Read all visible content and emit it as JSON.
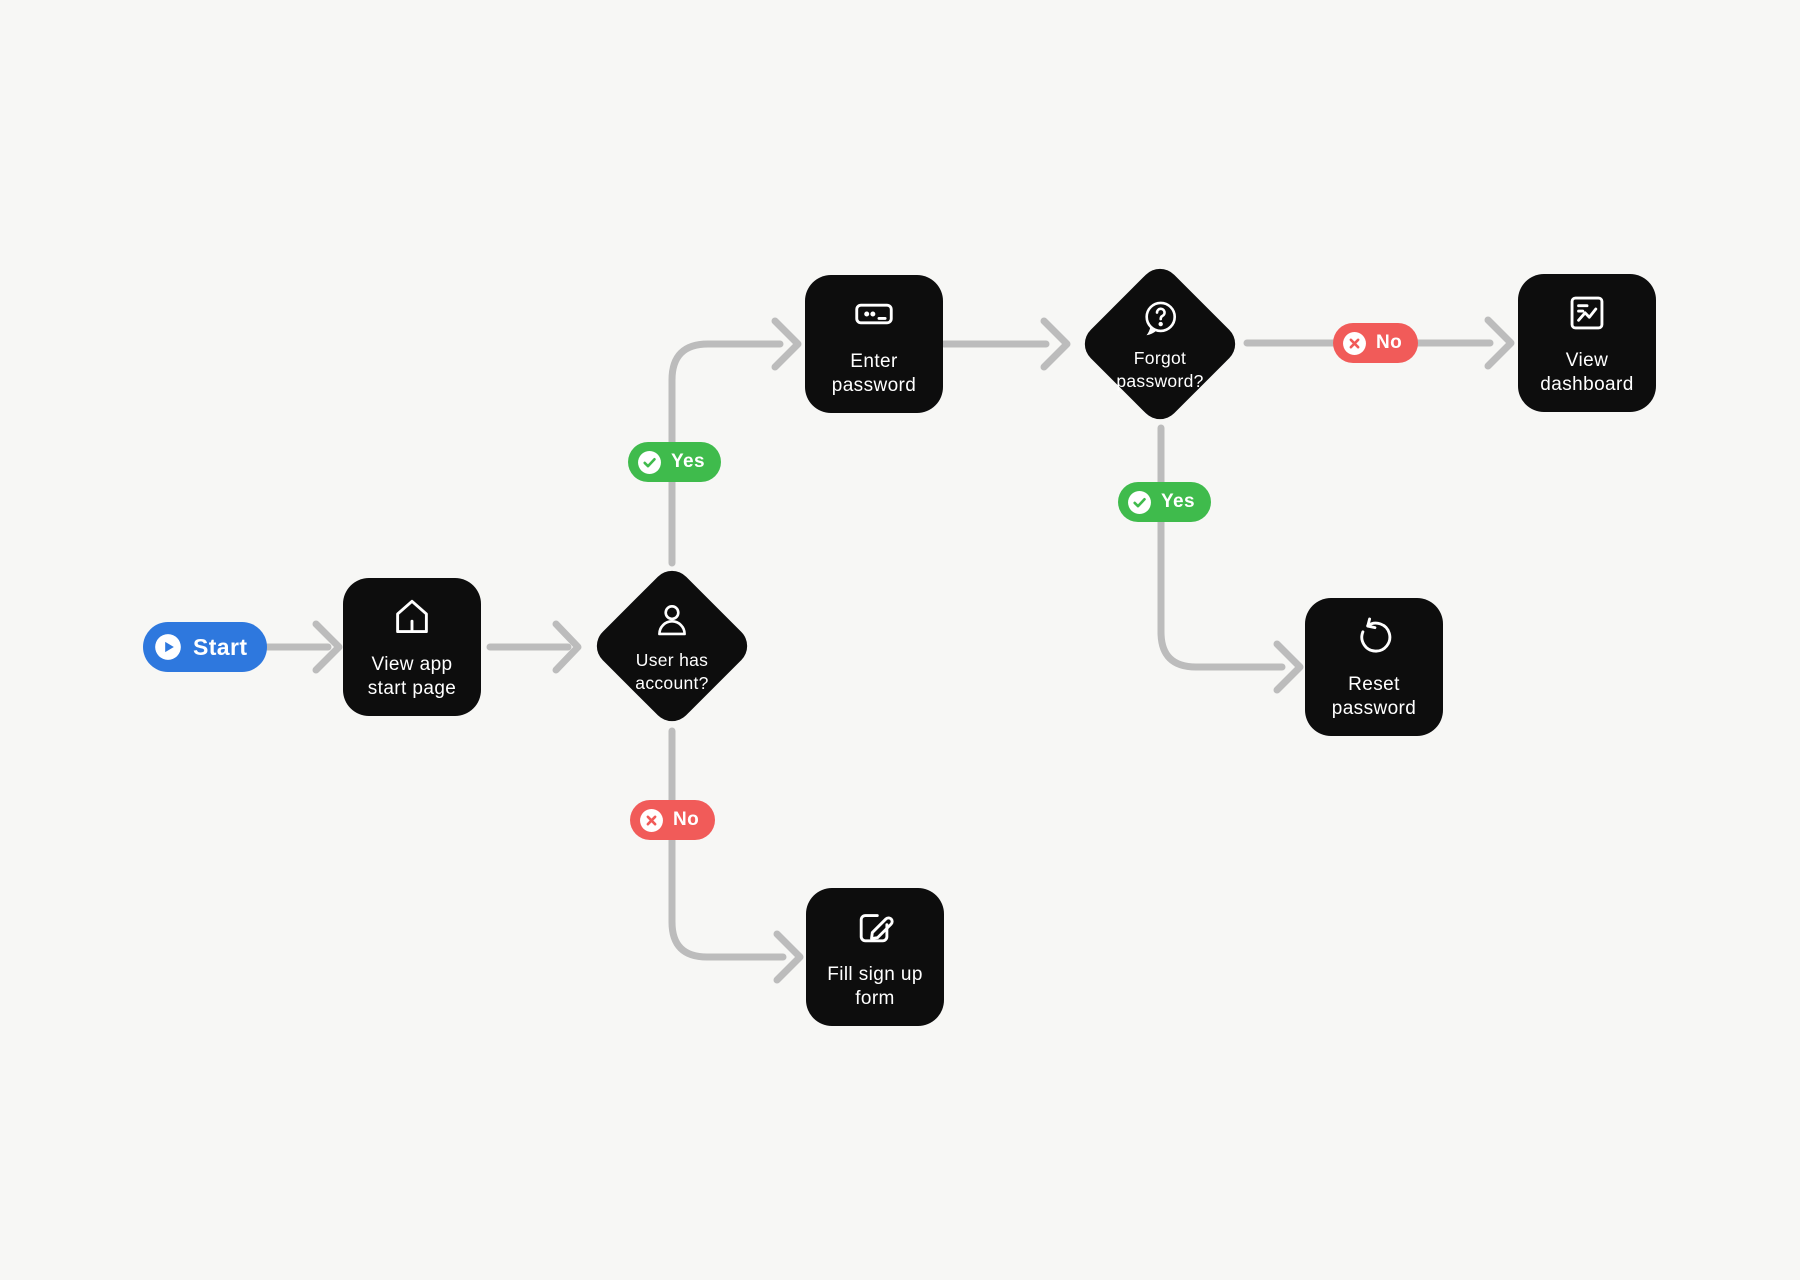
{
  "flowchart": {
    "theme": {
      "background": "#F7F7F5",
      "connector_color": "#BCBCBC",
      "node_color": "#0D0D0D",
      "text_color": "#FFFFFF",
      "start_blue": "#2E78DE",
      "yes_green": "#3FBB4C",
      "no_red": "#F15B59"
    },
    "start": {
      "label": "Start",
      "icon": "play-icon"
    },
    "nodes": {
      "view_app": {
        "line1": "View app",
        "line2": "start page",
        "icon": "home-icon"
      },
      "user_has_account": {
        "line1": "User has",
        "line2": "account?",
        "icon": "user-icon"
      },
      "enter_password": {
        "line1": "Enter",
        "line2": "password",
        "icon": "password-field-icon"
      },
      "forgot_password": {
        "line1": "Forgot",
        "line2": "password?",
        "icon": "question-bubble-icon"
      },
      "view_dashboard": {
        "line1": "View",
        "line2": "dashboard",
        "icon": "dashboard-report-icon"
      },
      "reset_password": {
        "line1": "Reset",
        "line2": "password",
        "icon": "reset-arrow-icon"
      },
      "fill_signup": {
        "line1": "Fill sign up",
        "line2": "form",
        "icon": "edit-form-icon"
      }
    },
    "edge_labels": {
      "account_yes": "Yes",
      "account_no": "No",
      "forgot_yes": "Yes",
      "forgot_no": "No"
    }
  }
}
